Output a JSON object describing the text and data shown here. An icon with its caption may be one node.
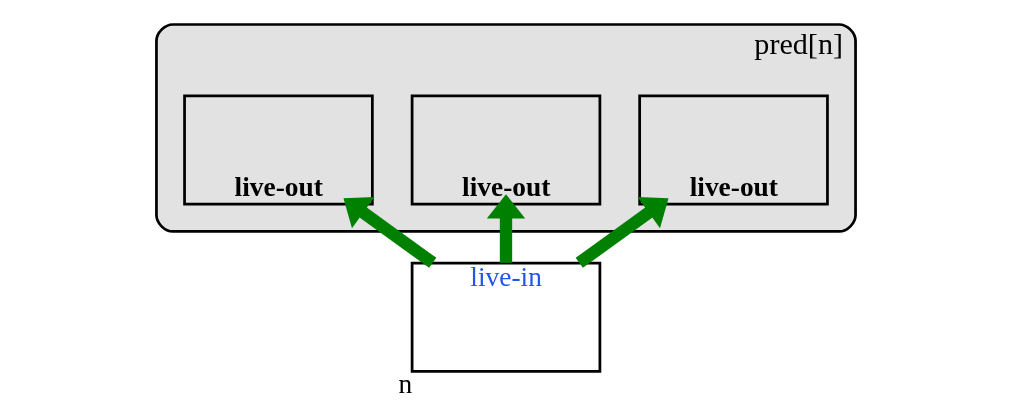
{
  "diagram": {
    "nodes": [
      {
        "text": [],
        "shape": "cloud",
        "beside": [
          "pred[n]"
        ]
      },
      {
        "text": [
          "live-out"
        ],
        "in": 0
      },
      {
        "text": [
          "live-out"
        ],
        "in": 0
      },
      {
        "text": [
          "live-out"
        ],
        "in": 0
      },
      {
        "text": [
          "live-in"
        ],
        "beside": [
          "n"
        ]
      }
    ],
    "edges": [
      {
        "from": 4,
        "to": 1,
        "arrow": "to"
      },
      {
        "from": 4,
        "to": 2,
        "arrow": "to"
      },
      {
        "from": 4,
        "to": 3,
        "arrow": "to"
      }
    ]
  }
}
